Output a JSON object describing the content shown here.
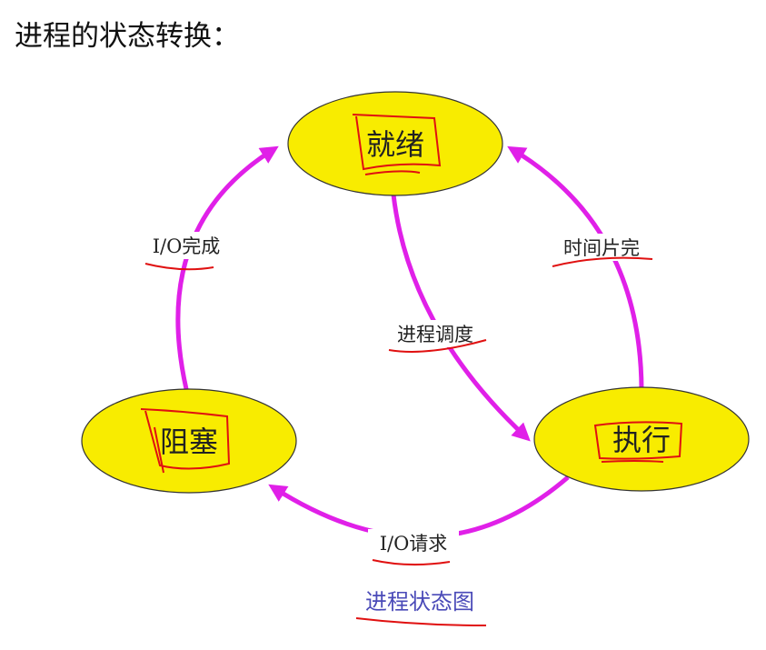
{
  "title": "进程的状态转换：",
  "states": {
    "ready": "就绪",
    "blocked": "阻塞",
    "running": "执行"
  },
  "transitions": {
    "io_done": "I/O完成",
    "time_slice": "时间片完",
    "schedule": "进程调度",
    "io_request": "I/O请求"
  },
  "caption": "进程状态图",
  "colors": {
    "state_fill": "#f8ec00",
    "arrow": "#e020e8",
    "caption": "#4a4ab8",
    "annotation": "#e01010"
  }
}
